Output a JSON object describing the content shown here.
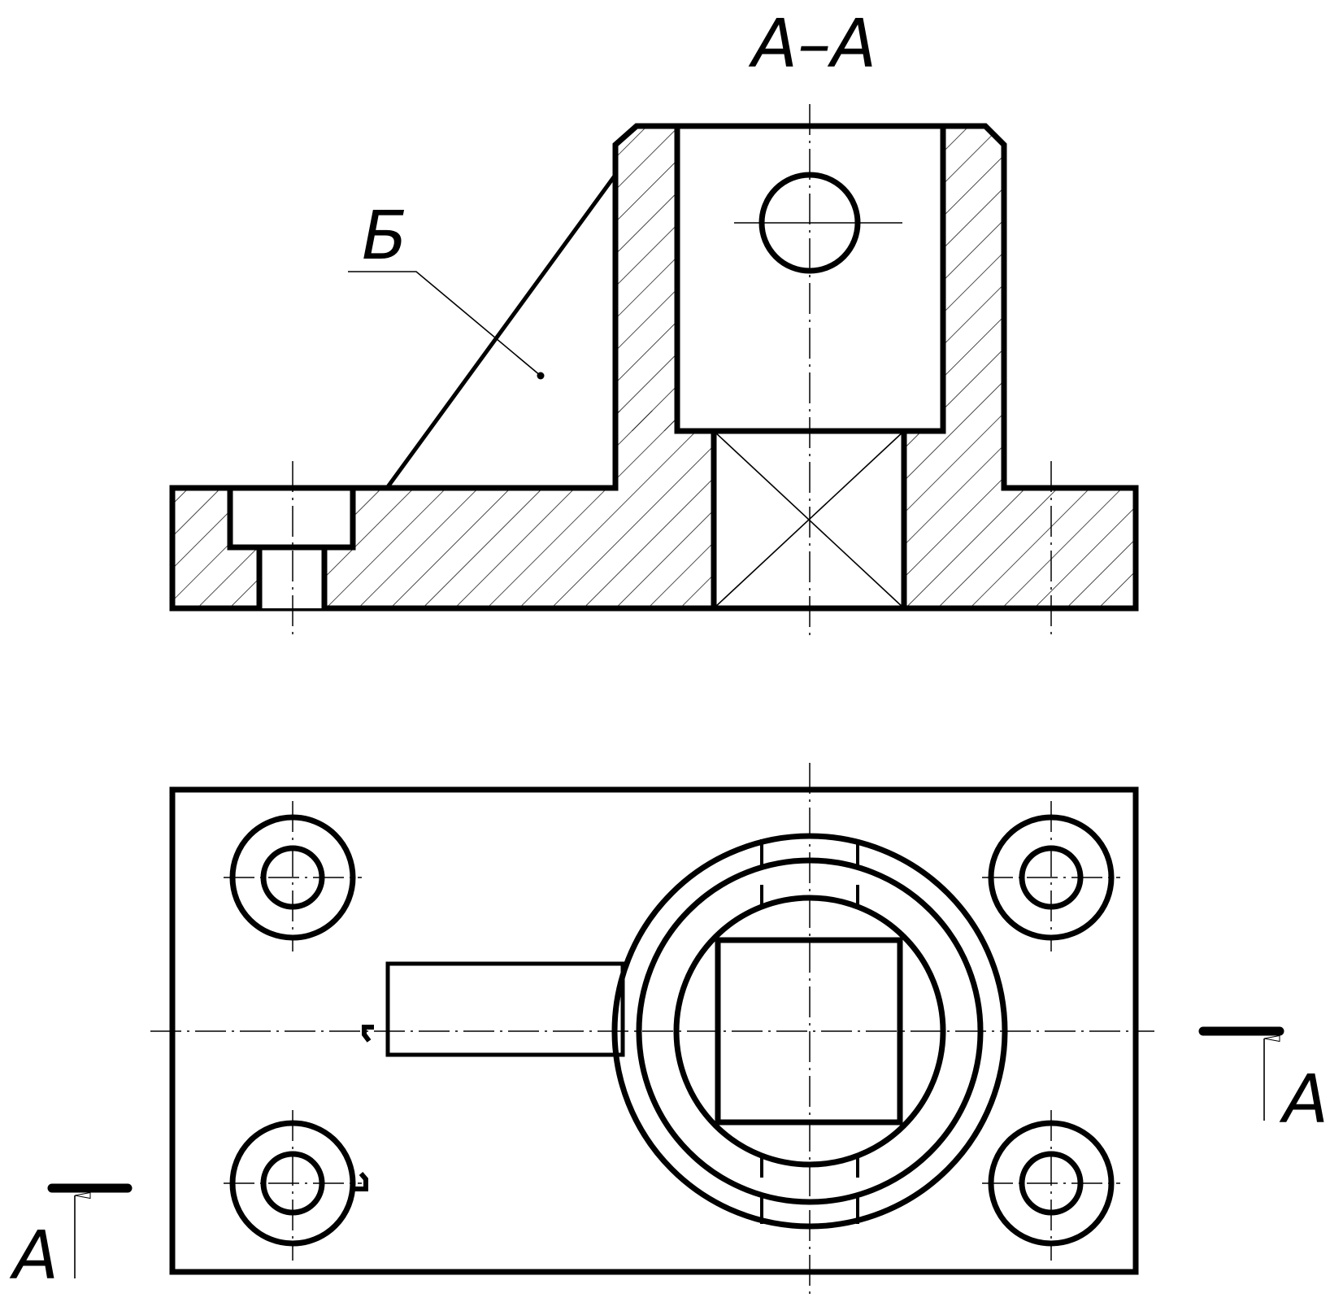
{
  "section_title": "А–А",
  "feature_label": "Б",
  "cut_marker_left": "А",
  "cut_marker_right": "А"
}
